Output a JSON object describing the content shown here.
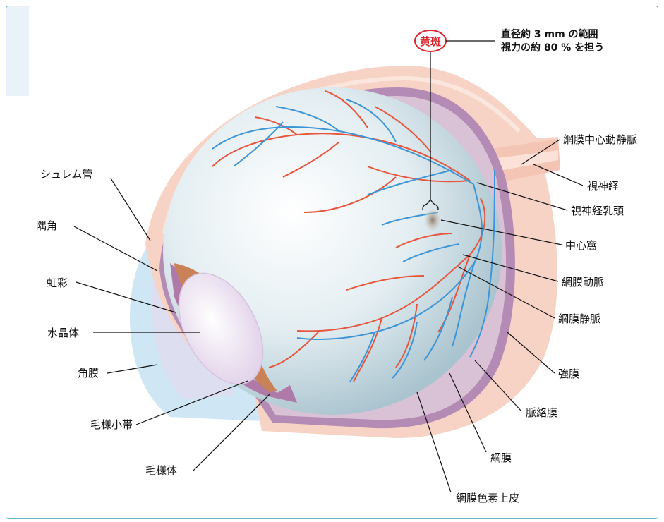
{
  "macula": {
    "badge": "黄斑",
    "note_line1": "直径約 3 mm の範囲",
    "note_line2": "視力の約 80 % を担う"
  },
  "labels": {
    "central_retinal_vein": "網膜中心動静脈",
    "optic_nerve": "視神経",
    "optic_disc": "視神経乳頭",
    "fovea": "中心窩",
    "retinal_artery": "網膜動脈",
    "retinal_vein": "網膜静脈",
    "sclera": "強膜",
    "choroid": "脈絡膜",
    "retina": "網膜",
    "rpe": "網膜色素上皮",
    "schlemm_canal": "シュレム管",
    "angle": "隅角",
    "iris": "虹彩",
    "lens": "水晶体",
    "cornea": "角膜",
    "zonule": "毛様小帯",
    "ciliary_body": "毛様体"
  },
  "colors": {
    "frame_border": "#5fb7c9",
    "sclera": "#f7d3c6",
    "choroid": "#b48bb4",
    "vitreous": "#c6dbe3",
    "cornea": "#cfe7f5",
    "iris": "#c98257",
    "lens": "#efe3f4",
    "artery": "#e8553d",
    "vein": "#3d95d6",
    "badge": "#d9262d"
  }
}
